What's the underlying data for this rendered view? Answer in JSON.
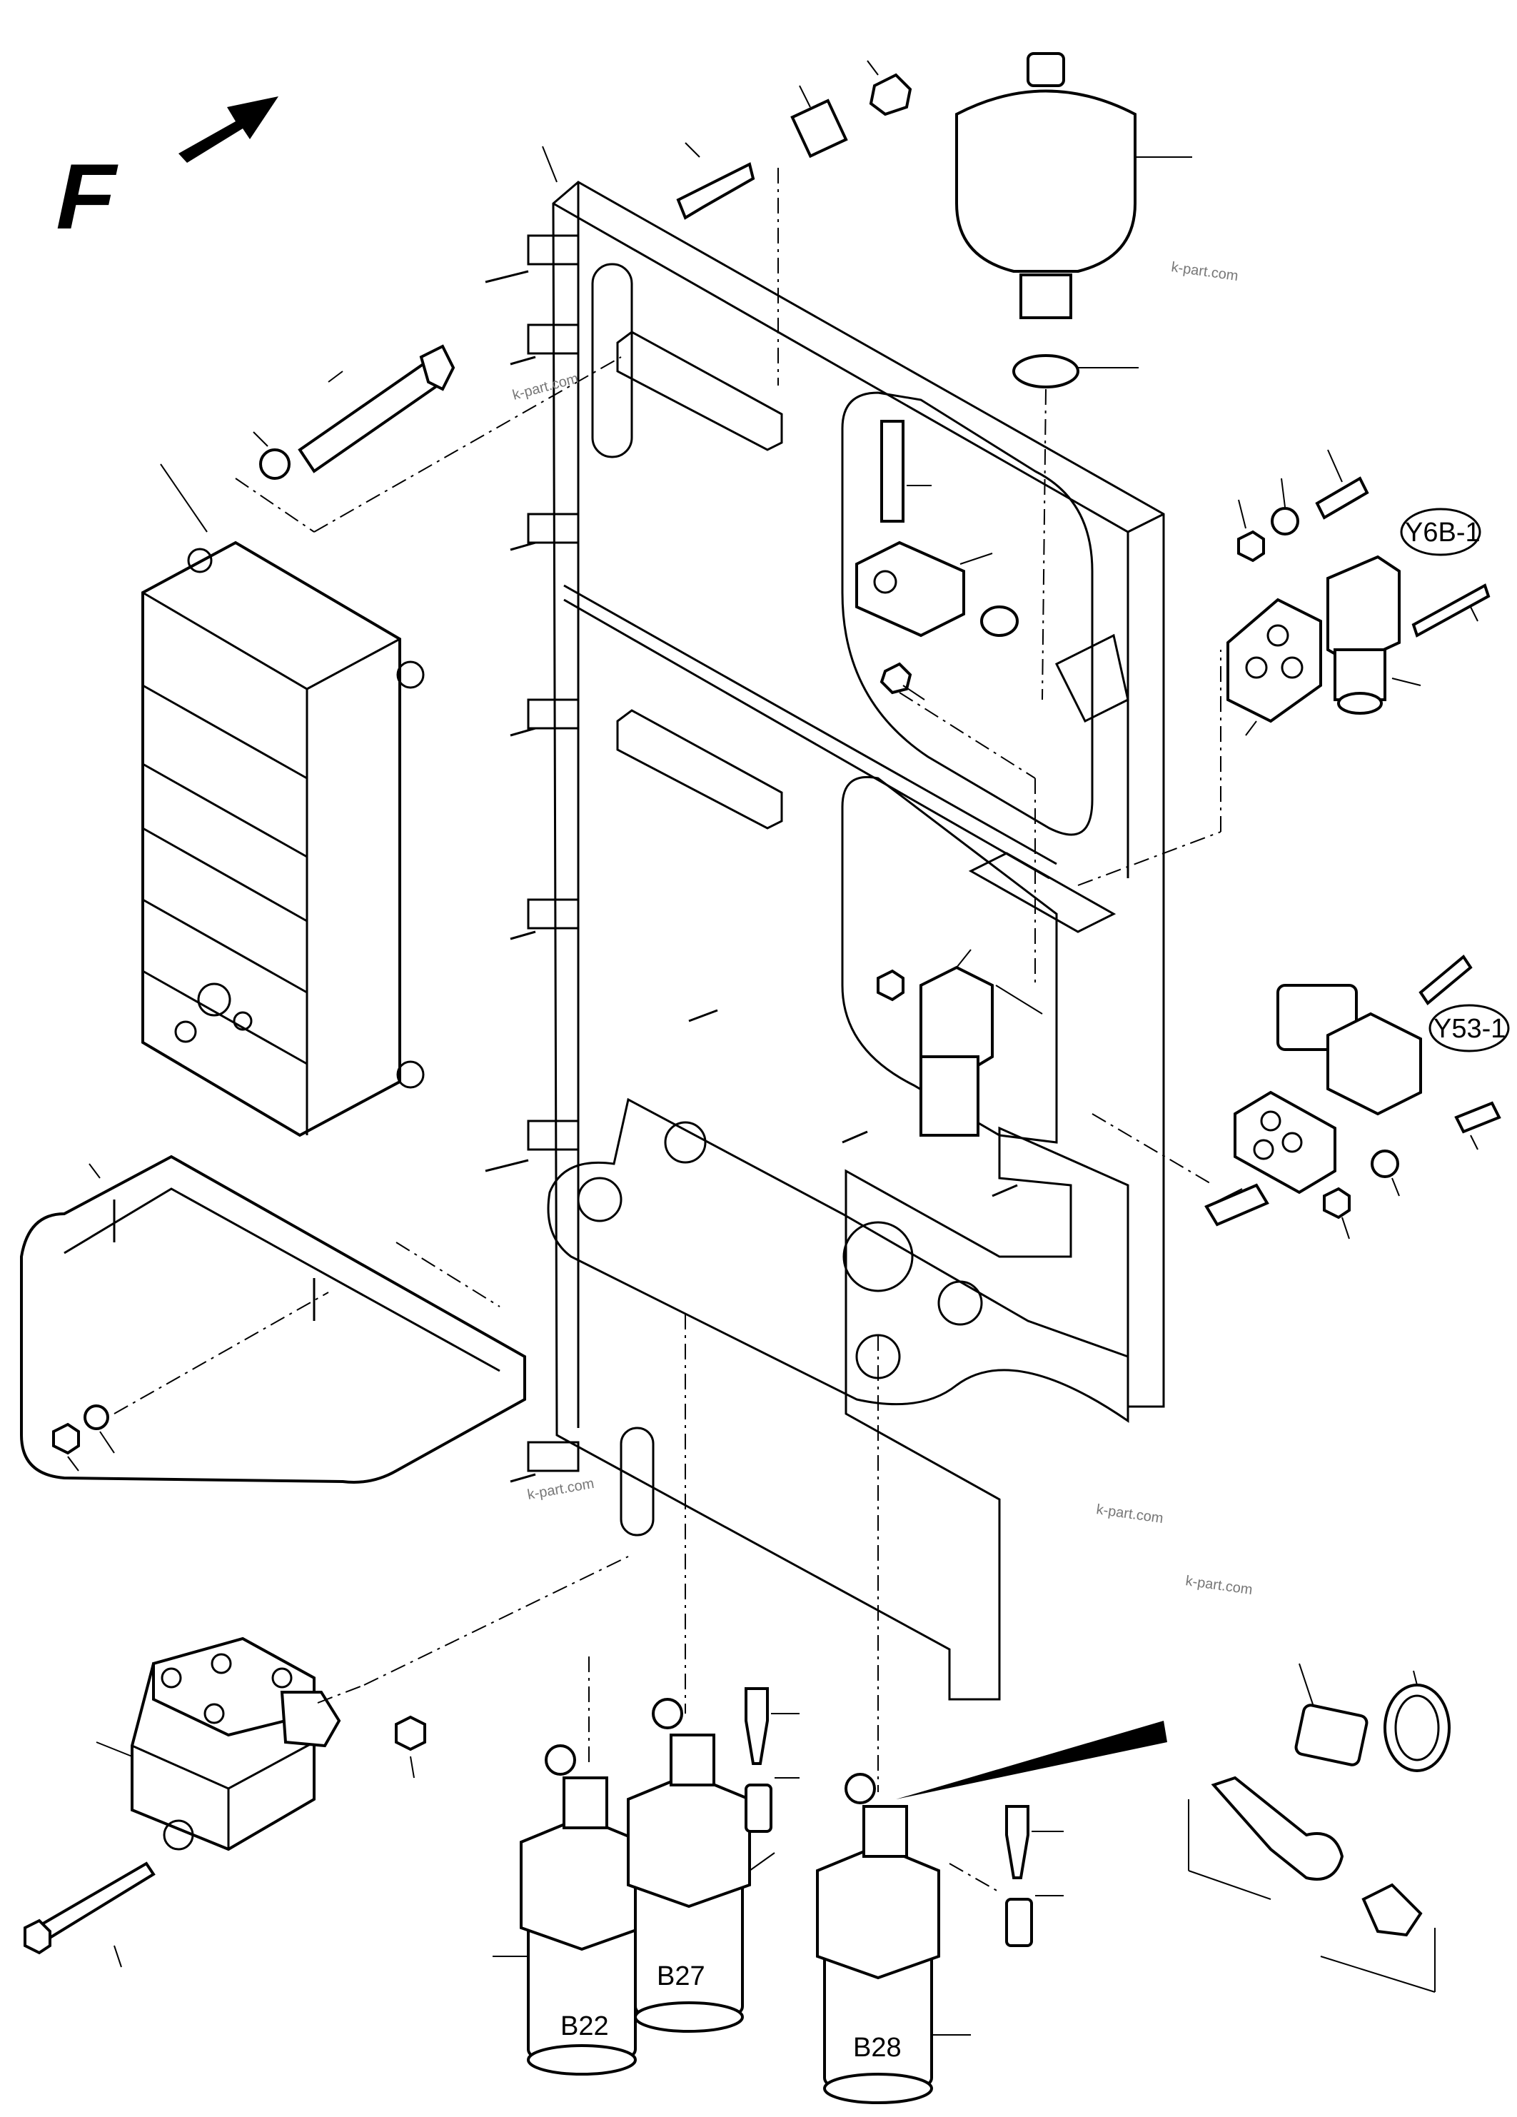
{
  "direction": {
    "letter": "F",
    "icon": "arrow-right-up-icon"
  },
  "component_labels": {
    "y6b": "Y6B-1",
    "y53": "Y53-1",
    "b22": "B22",
    "b27": "B27",
    "b28": "B28"
  },
  "watermarks": [
    "k-part.com",
    "k-part.com",
    "k-part.com",
    "k-part.com",
    "k-part.com"
  ]
}
